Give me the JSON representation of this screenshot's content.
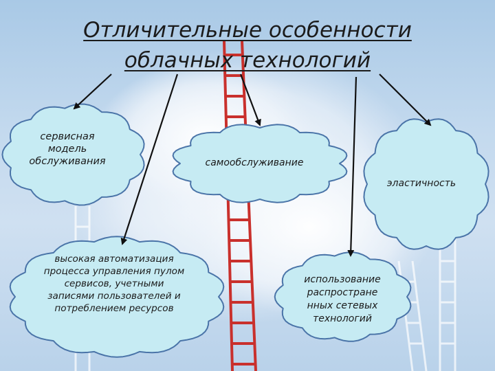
{
  "title": {
    "line1": "Отличительные особенности",
    "line2": "облачных технологий"
  },
  "nodes": {
    "service_model": "сервисная модель обслуживания",
    "self_service": "самообслуживание",
    "elasticity": "эластичность",
    "automation": "высокая автоматизация процесса управления пулом сервисов, учетными записями пользователей и потреблением ресурсов",
    "network_tech": "использование распростране нных сетевых технологий"
  },
  "colors": {
    "cloud_fill": "#c6ebf3",
    "cloud_stroke": "#4a74a8",
    "arrow": "#111111",
    "ladder": "#c9302c"
  }
}
